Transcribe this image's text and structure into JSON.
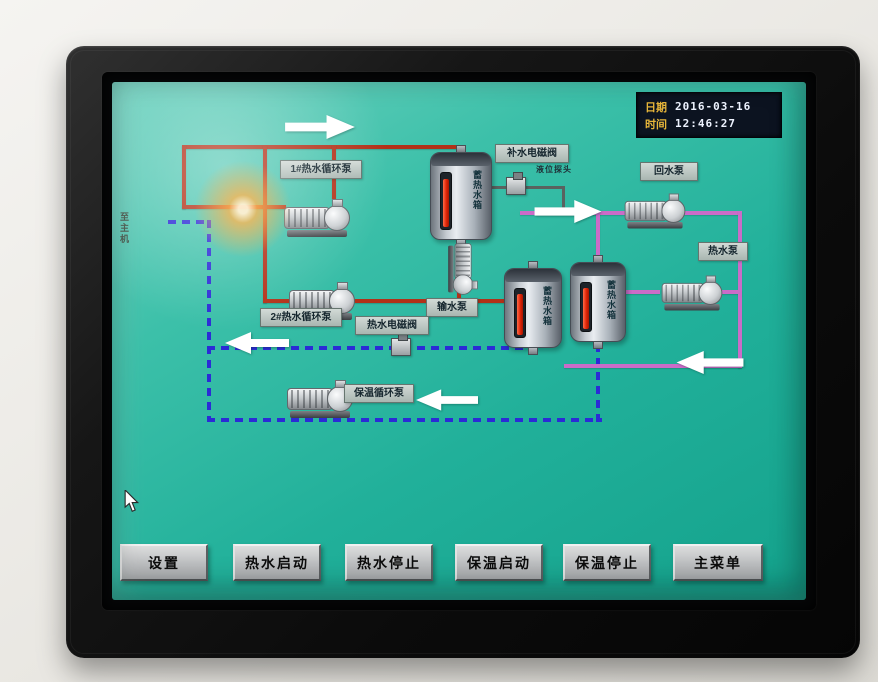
{
  "datetime": {
    "date_label": "日期",
    "date_value": "2016-03-16",
    "time_label": "时间",
    "time_value": "12:46:27"
  },
  "diagram": {
    "to_main_unit": "至主机",
    "labels": {
      "pump1": "1#热水循环泵",
      "pump2": "2#热水循环泵",
      "insulation_pump": "保温循环泵",
      "transfer_pump": "输水泵",
      "hot_water_valve": "热水电磁阀",
      "makeup_valve": "补水电磁阀",
      "level_probe": "液位探头",
      "return_pump": "回水泵",
      "hot_water_pump": "热水泵"
    },
    "tanks": [
      {
        "label": "蓄热水箱"
      },
      {
        "label": "蓄热水箱"
      },
      {
        "label": "蓄热水箱"
      }
    ],
    "colors": {
      "hot_pipe": "#b23118",
      "return_pipe": "#2b2bd6",
      "warm_pipe": "#ca6cc8",
      "screen_teal": "#2fbaa2"
    }
  },
  "buttons": [
    {
      "label": "设置"
    },
    {
      "label": "热水启动"
    },
    {
      "label": "热水停止"
    },
    {
      "label": "保温启动"
    },
    {
      "label": "保温停止"
    },
    {
      "label": "主菜单"
    }
  ]
}
